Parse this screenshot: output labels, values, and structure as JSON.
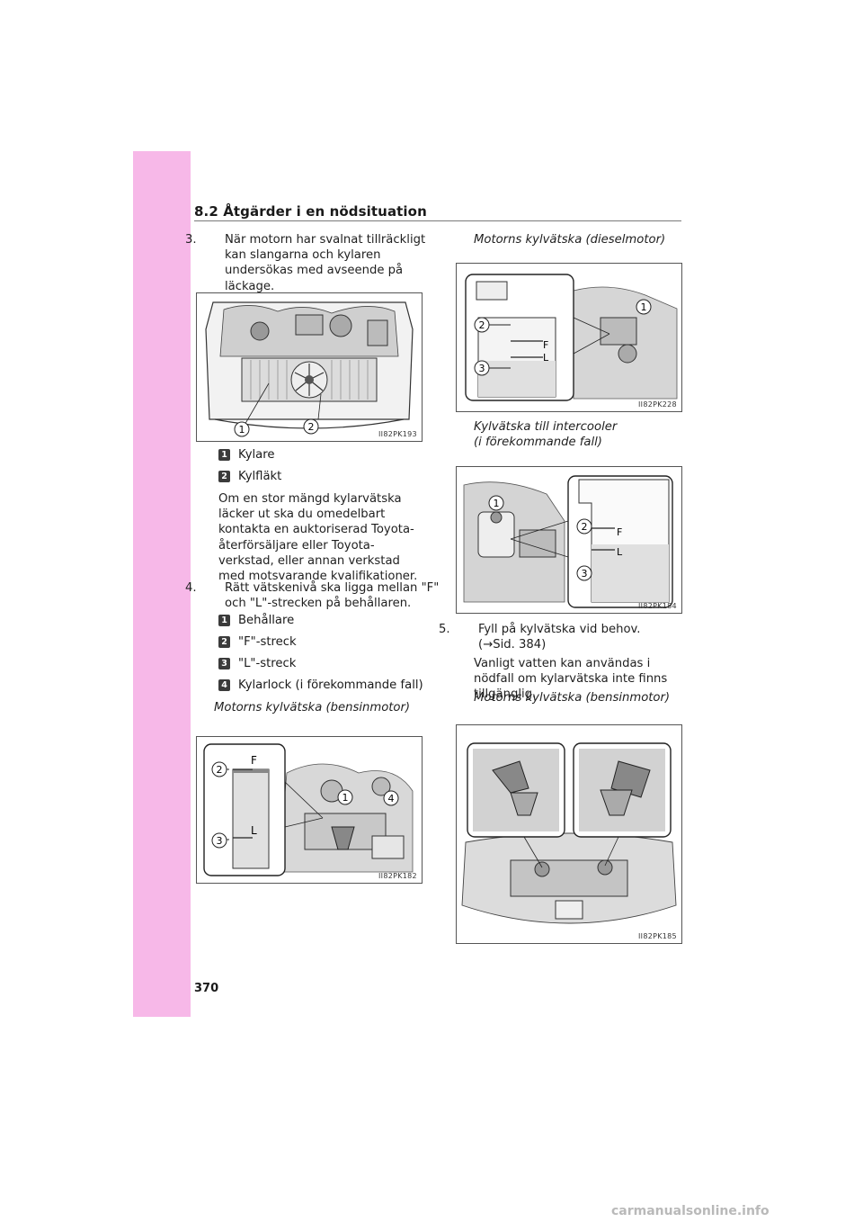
{
  "header": {
    "section": "8.2  Åtgärder i en nödsituation"
  },
  "steps": {
    "s3": {
      "num": "3.",
      "text": "När motorn har svalnat tillräckligt kan slangarna och kylaren undersökas med avseende på läckage."
    },
    "s3_legend": [
      {
        "n": "1",
        "label": "Kylare"
      },
      {
        "n": "2",
        "label": "Kylfläkt"
      }
    ],
    "s3_note": "Om en stor mängd kylarvätska läcker ut ska du omedelbart kontakta en auktoriserad Toyota-återförsäljare eller Toyota-verkstad, eller annan verkstad med motsvarande kvalifikationer.",
    "s4": {
      "num": "4.",
      "text": "Rätt vätskenivå ska ligga mellan \"F\" och \"L\"-strecken på behållaren."
    },
    "s4_legend": [
      {
        "n": "1",
        "label": "Behållare"
      },
      {
        "n": "2",
        "label": "\"F\"-streck"
      },
      {
        "n": "3",
        "label": "\"L\"-streck"
      },
      {
        "n": "4",
        "label": "Kylarlock (i förekommande fall)"
      }
    ],
    "caption_petrol": "Motorns kylvätska (bensinmotor)",
    "caption_diesel": "Motorns kylvätska (dieselmotor)",
    "caption_intercooler_1": "Kylvätska till intercooler",
    "caption_intercooler_2": "(i förekommande fall)",
    "s5": {
      "num": "5.",
      "text1": "Fyll på kylvätska vid behov.",
      "text2": "(→Sid. 384)"
    },
    "s5_note": "Vanligt vatten kan användas i nödfall om kylarvätska inte finns tillgänglig.",
    "caption_petrol_2": "Motorns kylvätska (bensinmotor)"
  },
  "figures": {
    "fig1": {
      "code": "II82PK193",
      "callouts": [
        "1",
        "2"
      ]
    },
    "fig2": {
      "code": "II82PK182",
      "callouts": [
        "2",
        "3",
        "1",
        "4"
      ],
      "marks": [
        "F",
        "L"
      ]
    },
    "fig3": {
      "code": "II82PK228",
      "callouts": [
        "1",
        "2",
        "3"
      ],
      "marks": [
        "F",
        "L"
      ]
    },
    "fig4": {
      "code": "II82PK184",
      "callouts": [
        "1",
        "2",
        "3"
      ],
      "marks": [
        "F",
        "L"
      ]
    },
    "fig5": {
      "code": "II82PK185"
    }
  },
  "footer": {
    "page_number": "370",
    "watermark": "carmanualsonline.info"
  },
  "colors": {
    "sidebar": "#f7b8e8"
  }
}
